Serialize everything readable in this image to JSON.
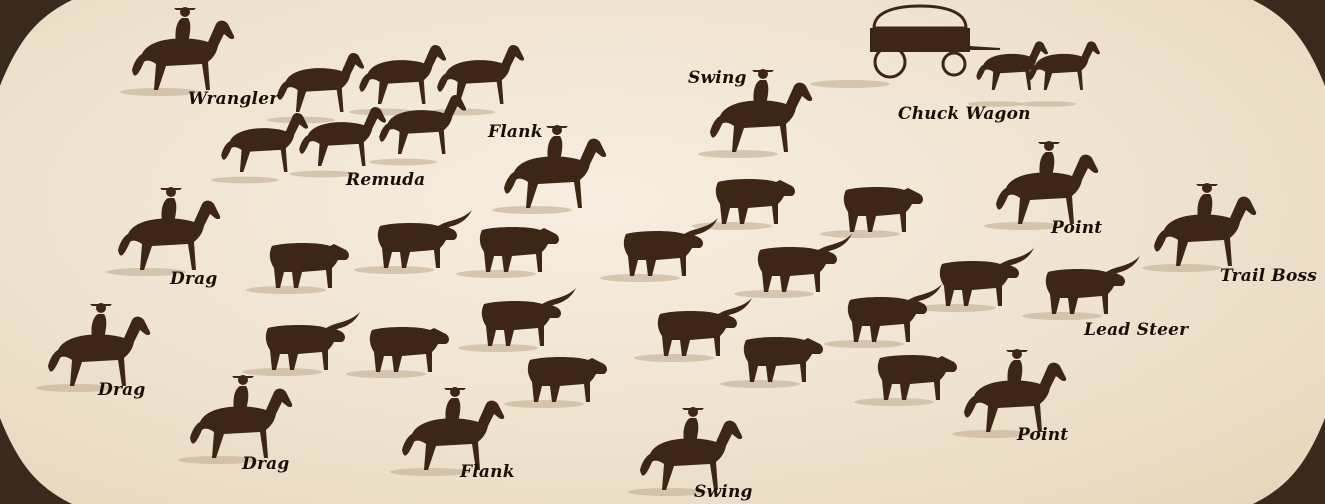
{
  "colors": {
    "background": "#efe3cf",
    "silhouette": "#3e2616",
    "corner": "#3a2a1e",
    "shadow": "#c9b79c"
  },
  "labels": {
    "wrangler": "Wrangler",
    "remuda": "Remuda",
    "chuck_wagon": "Chuck Wagon",
    "swing_top": "Swing",
    "flank_top": "Flank",
    "point_top": "Point",
    "trail_boss": "Trail Boss",
    "lead_steer": "Lead Steer",
    "point_bottom": "Point",
    "drag_1": "Drag",
    "drag_2": "Drag",
    "drag_3": "Drag",
    "flank_bottom": "Flank",
    "swing_bottom": "Swing"
  }
}
